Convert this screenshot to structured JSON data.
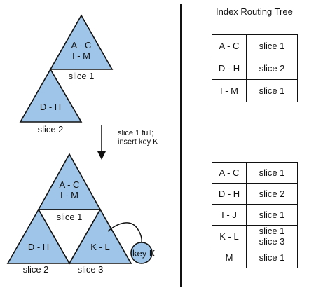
{
  "before": {
    "top": {
      "label": "A - C\nI - M",
      "caption": "slice 1"
    },
    "bottom": {
      "label": "D - H",
      "caption": "slice 2"
    }
  },
  "step": {
    "label": "slice 1 full;\ninsert key K"
  },
  "after": {
    "top": {
      "label": "A - C\nI - M"
    },
    "middle": {
      "label": "slice 1"
    },
    "left": {
      "label": "D - H",
      "caption": "slice 2"
    },
    "right": {
      "label": "K - L",
      "caption": "slice 3"
    },
    "key": {
      "label": "key K"
    }
  },
  "index_tree": {
    "title": "Index Routing Tree",
    "table_before": [
      {
        "range": "A - C",
        "slice": "slice 1"
      },
      {
        "range": "D - H",
        "slice": "slice 2"
      },
      {
        "range": "I - M",
        "slice": "slice 1"
      }
    ],
    "table_after": [
      {
        "range": "A - C",
        "slice": "slice 1"
      },
      {
        "range": "D - H",
        "slice": "slice 2"
      },
      {
        "range": "I - J",
        "slice": "slice 1"
      },
      {
        "range": "K - L",
        "slice": "slice 1\nslice 3"
      },
      {
        "range": "M",
        "slice": "slice 1"
      }
    ]
  },
  "colors": {
    "triangle_fill": "#9fc5e8",
    "stroke": "#111111",
    "background": "#ffffff"
  }
}
